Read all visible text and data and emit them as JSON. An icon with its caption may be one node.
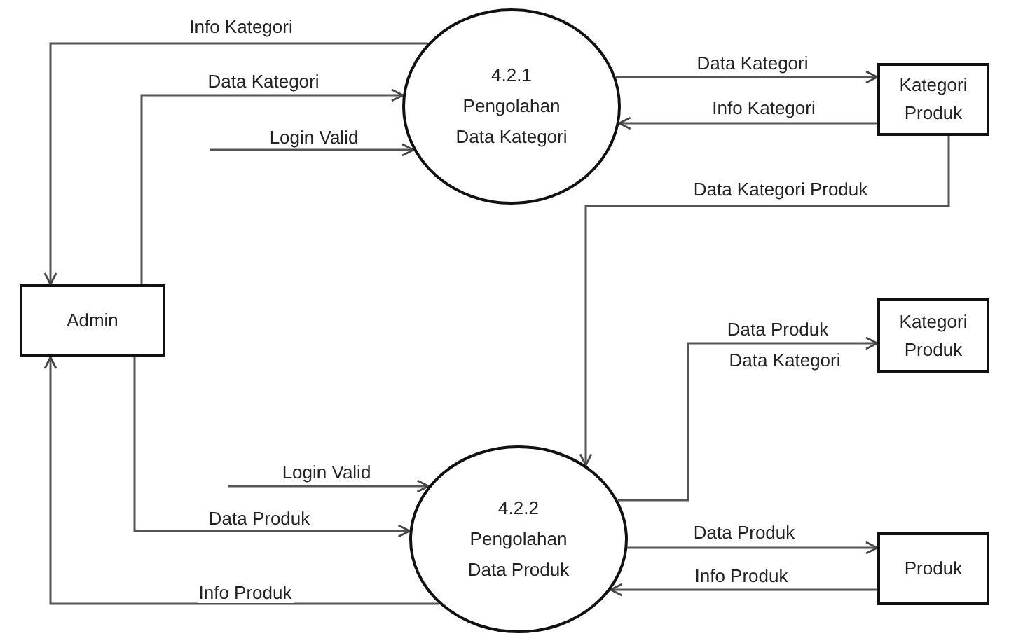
{
  "diagram": {
    "nodes": [
      {
        "text": [
          "Admin"
        ]
      },
      {
        "text": [
          "4.2.1",
          "Pengolahan Data Kategori"
        ]
      },
      {
        "text": [
          "Kategori Produk"
        ]
      },
      {
        "text": [
          "Kategori Produk"
        ]
      },
      {
        "text": [
          "4.2.2",
          "Pengolahan Data Produk"
        ]
      },
      {
        "text": [
          "Produk"
        ]
      }
    ],
    "edges": [
      {
        "from": 1,
        "to": 0,
        "arrow": "to",
        "label": "Info Kategori"
      },
      {
        "from": 0,
        "to": 1,
        "arrow": "to",
        "label": "Data Kategori"
      },
      {
        "from": null,
        "to": 1,
        "arrow": "to",
        "label": "Login Valid"
      },
      {
        "from": 1,
        "to": 2,
        "arrow": "to",
        "label": "Data Kategori"
      },
      {
        "from": 2,
        "to": 1,
        "arrow": "to",
        "label": "Info Kategori"
      },
      {
        "from": 2,
        "to": 4,
        "arrow": "to",
        "label": "Data Kategori Produk"
      },
      {
        "from": 4,
        "to": 3,
        "arrow": "to",
        "label": "Data Produk"
      },
      {
        "from": null,
        "to": 4,
        "arrow": "to",
        "label": "Login Valid"
      },
      {
        "from": 0,
        "to": 4,
        "arrow": "to",
        "label": "Data Produk"
      },
      {
        "from": 4,
        "to": 0,
        "arrow": "to",
        "label": "Info Produk"
      },
      {
        "from": 4,
        "to": 5,
        "arrow": "to",
        "label": "Data Produk"
      },
      {
        "from": 5,
        "to": 4,
        "arrow": "to",
        "label": "Info Produk"
      }
    ],
    "labels": [
      "Data Kategori"
    ]
  }
}
